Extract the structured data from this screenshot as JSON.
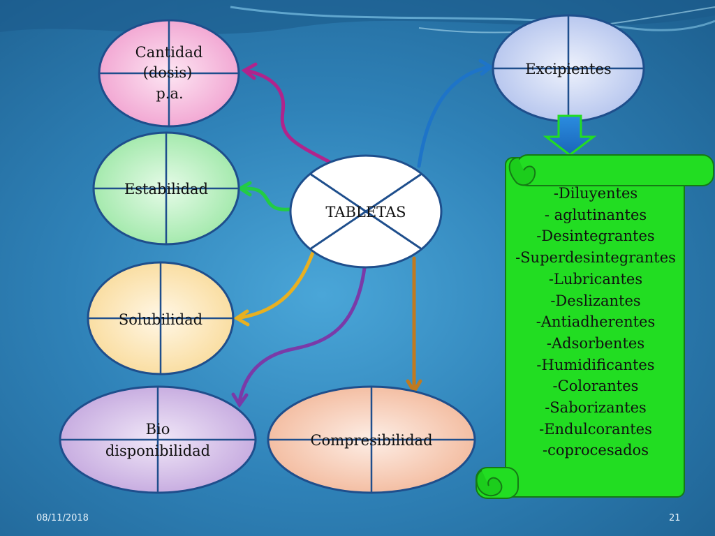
{
  "center": {
    "label": "TABLETAS"
  },
  "nodes": {
    "cantidad": {
      "lines": [
        "Cantidad",
        "(dosis)",
        "p.a."
      ]
    },
    "estabilidad": {
      "label": "Estabilidad"
    },
    "solubilidad": {
      "label": "Solubilidad"
    },
    "biodisponibilidad": {
      "lines": [
        "Bio",
        "disponibilidad"
      ]
    },
    "compresibilidad": {
      "label": "Compresibilidad"
    },
    "excipientes": {
      "label": "Excipientes"
    }
  },
  "excipient_list": [
    "-Diluyentes",
    "- aglutinantes",
    "-Desintegrantes",
    "-Superdesintegrantes",
    "-Lubricantes",
    "-Deslizantes",
    "-Antiadherentes",
    "-Adsorbentes",
    "-Humidificantes",
    "-Colorantes",
    "-Saborizantes",
    "-Endulcorantes",
    "-coprocesados"
  ],
  "footer": {
    "date": "08/11/2018",
    "page": "21"
  },
  "colors": {
    "cantidad": "#f2a6d2",
    "estabilidad": "#a8ecb0",
    "solubilidad": "#fbe3b0",
    "biodisponibilidad": "#cdb6e4",
    "compresibilidad": "#f6c4ac",
    "excipientes": "#bccbf0",
    "scroll": "#22dd22",
    "arrow_cantidad": "#b0248c",
    "arrow_estabilidad": "#22cc44",
    "arrow_solubilidad": "#e8b020",
    "arrow_bio": "#7a3aa8",
    "arrow_compresibilidad": "#c07a20",
    "arrow_excipientes": "#1e74c8"
  }
}
